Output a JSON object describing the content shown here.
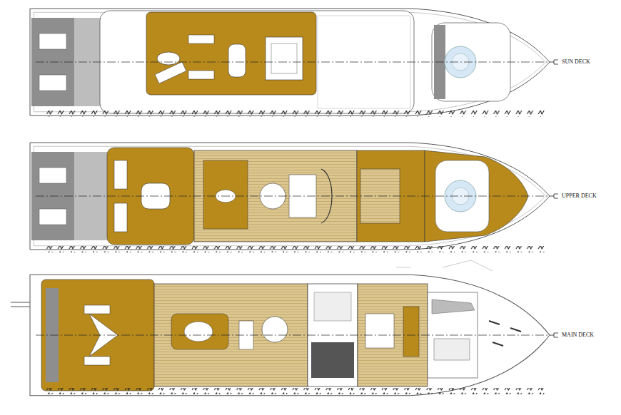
{
  "diagram": {
    "labels": [
      "SUN DECK",
      "UPPER DECK",
      "MAIN DECK"
    ]
  }
}
